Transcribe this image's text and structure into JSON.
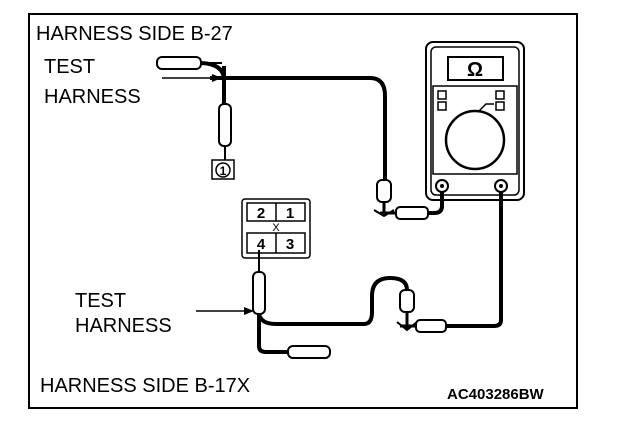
{
  "labels": {
    "top_title": "HARNESS SIDE B-27",
    "test_harness_top_line1": "TEST",
    "test_harness_top_line2": "HARNESS",
    "test_harness_bottom_line1": "TEST",
    "test_harness_bottom_line2": "HARNESS",
    "bottom_title": "HARNESS SIDE B-17X",
    "figure_code": "AC403286BW"
  },
  "multimeter": {
    "display_symbol": "Ω"
  },
  "connector_b27": {
    "pin": "1"
  },
  "connector_b17x": {
    "pins": [
      "2",
      "1",
      "4",
      "3"
    ],
    "center_mark": "X"
  },
  "colors": {
    "line": "#000000",
    "background": "#ffffff",
    "dial": "#ffffff"
  }
}
